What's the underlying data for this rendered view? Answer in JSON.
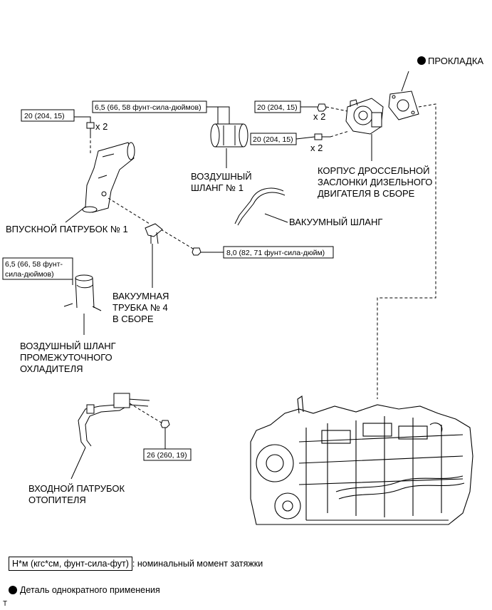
{
  "part_labels": {
    "gasket": "ПРОКЛАДКА",
    "throttle_body": [
      "КОРПУС ДРОССЕЛЬНОЙ",
      "ЗАСЛОНКИ ДИЗЕЛЬНОГО",
      "ДВИГАТЕЛЯ В СБОРЕ"
    ],
    "air_hose_1": [
      "ВОЗДУШНЫЙ",
      "ШЛАНГ № 1"
    ],
    "vacuum_hose": "ВАКУУМНЫЙ ШЛАНГ",
    "intake_pipe_1": "ВПУСКНОЙ ПАТРУБОК № 1",
    "vacuum_tube_4": [
      "ВАКУУМНАЯ",
      "ТРУБКА № 4",
      "В СБОРЕ"
    ],
    "intercooler_hose": [
      "ВОЗДУШНЫЙ ШЛАНГ",
      "ПРОМЕЖУТОЧНОГО",
      "ОХЛАДИТЕЛЯ"
    ],
    "heater_inlet_pipe": [
      "ВХОДНОЙ ПАТРУБОК",
      "ОТОПИТЕЛЯ"
    ]
  },
  "torques": {
    "air_hose_clamp": "6,5 (66, 58 фунт-сила-дюймов)",
    "intake_pipe_bolt": "20 (204, 15)",
    "throttle_nut": "20 (204, 15)",
    "throttle_bolt": "20 (204, 15)",
    "intercooler_clamp": [
      "6,5 (66, 58 фунт-",
      "сила-дюймов)"
    ],
    "vacuum_tube_bolt": "8,0 (82, 71 фунт-сила-дюйм)",
    "heater_pipe_bolt": "26 (260, 19)"
  },
  "quantities": {
    "intake_bolts": "x 2",
    "throttle_nuts": "x 2",
    "throttle_bolts": "x 2"
  },
  "legend": {
    "torque_unit": "Н*м (кгс*см, фунт-сила-фут)",
    "torque_desc": ": номинальный момент затяжки",
    "non_reusable": "Деталь однократного применения"
  },
  "footer_mark": "T"
}
